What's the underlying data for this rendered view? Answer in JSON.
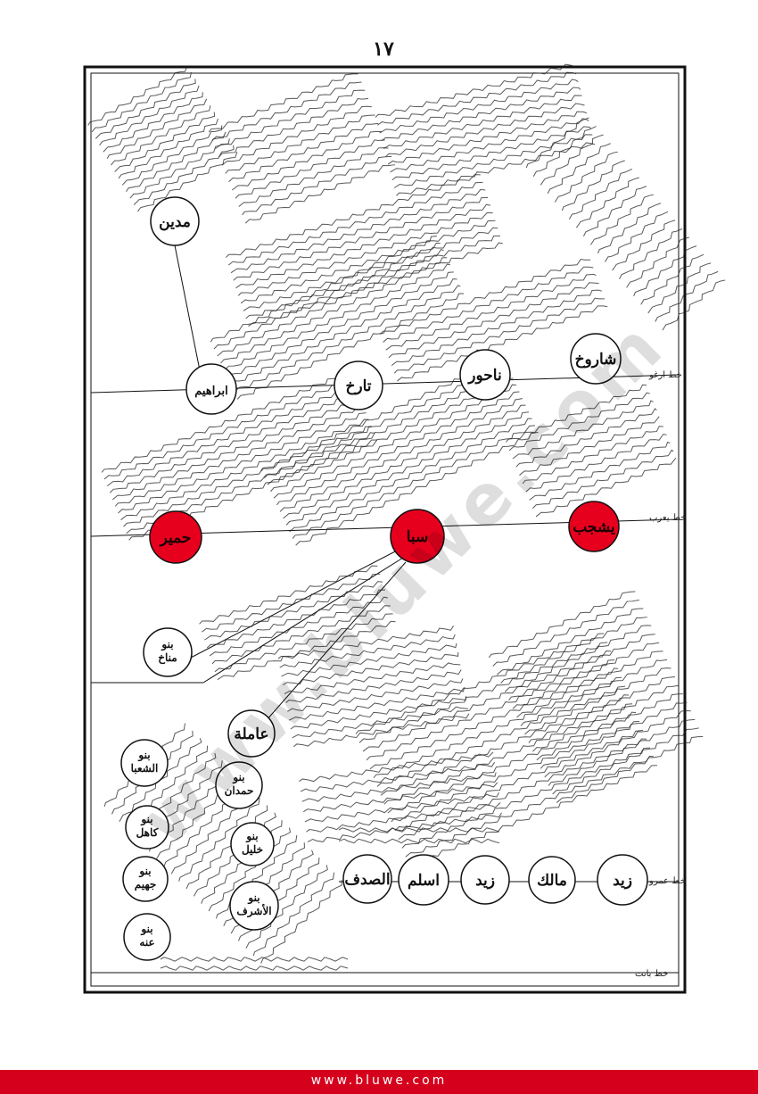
{
  "page_number": "١٧",
  "footer_url": "www.bluwe.com",
  "watermark": "www.bluwe.com",
  "colors": {
    "highlight": "#e6001e",
    "ink": "#111111",
    "footer": "#d5001c"
  },
  "line_labels": {
    "line_1": "خط ارغو",
    "line_2": "خط يعرب",
    "line_3": "خط عمرو",
    "line_4": "خط بانت"
  },
  "nodes": [
    {
      "id": "madyan",
      "label": "مدين",
      "highlight": false
    },
    {
      "id": "ibrahim",
      "label": "ابراهيم",
      "highlight": false
    },
    {
      "id": "tarikh",
      "label": "تارخ",
      "highlight": false
    },
    {
      "id": "nahur",
      "label": "ناحور",
      "highlight": false
    },
    {
      "id": "sharukh",
      "label": "شاروخ",
      "highlight": false
    },
    {
      "id": "himyar",
      "label": "حمير",
      "highlight": true
    },
    {
      "id": "saba",
      "label": "سبا",
      "highlight": true
    },
    {
      "id": "yashjub",
      "label": "يشجب",
      "highlight": true
    },
    {
      "id": "banu_manakh",
      "label": "بنو مناخ",
      "highlight": false
    },
    {
      "id": "amila",
      "label": "عاملة",
      "highlight": false
    },
    {
      "id": "banu_shaba",
      "label": "بنو الشعبا",
      "highlight": false
    },
    {
      "id": "banu_himyan",
      "label": "بنو حمدان",
      "highlight": false
    },
    {
      "id": "banu_kahal",
      "label": "بنو كاهل",
      "highlight": false
    },
    {
      "id": "banu_khalil",
      "label": "بنو خليل",
      "highlight": false
    },
    {
      "id": "banu_juhaym",
      "label": "بنو جهيم",
      "highlight": false
    },
    {
      "id": "banu_ashraf",
      "label": "بنو الأشرف",
      "highlight": false
    },
    {
      "id": "banu_anna",
      "label": "بنو عنه",
      "highlight": false
    },
    {
      "id": "al_sadaf",
      "label": "الصدف",
      "highlight": false
    },
    {
      "id": "aslam",
      "label": "اسلم",
      "highlight": false
    },
    {
      "id": "zayd_1",
      "label": "زيد",
      "highlight": false
    },
    {
      "id": "malik",
      "label": "مالك",
      "highlight": false
    },
    {
      "id": "zayd_2",
      "label": "زيد",
      "highlight": false
    }
  ]
}
